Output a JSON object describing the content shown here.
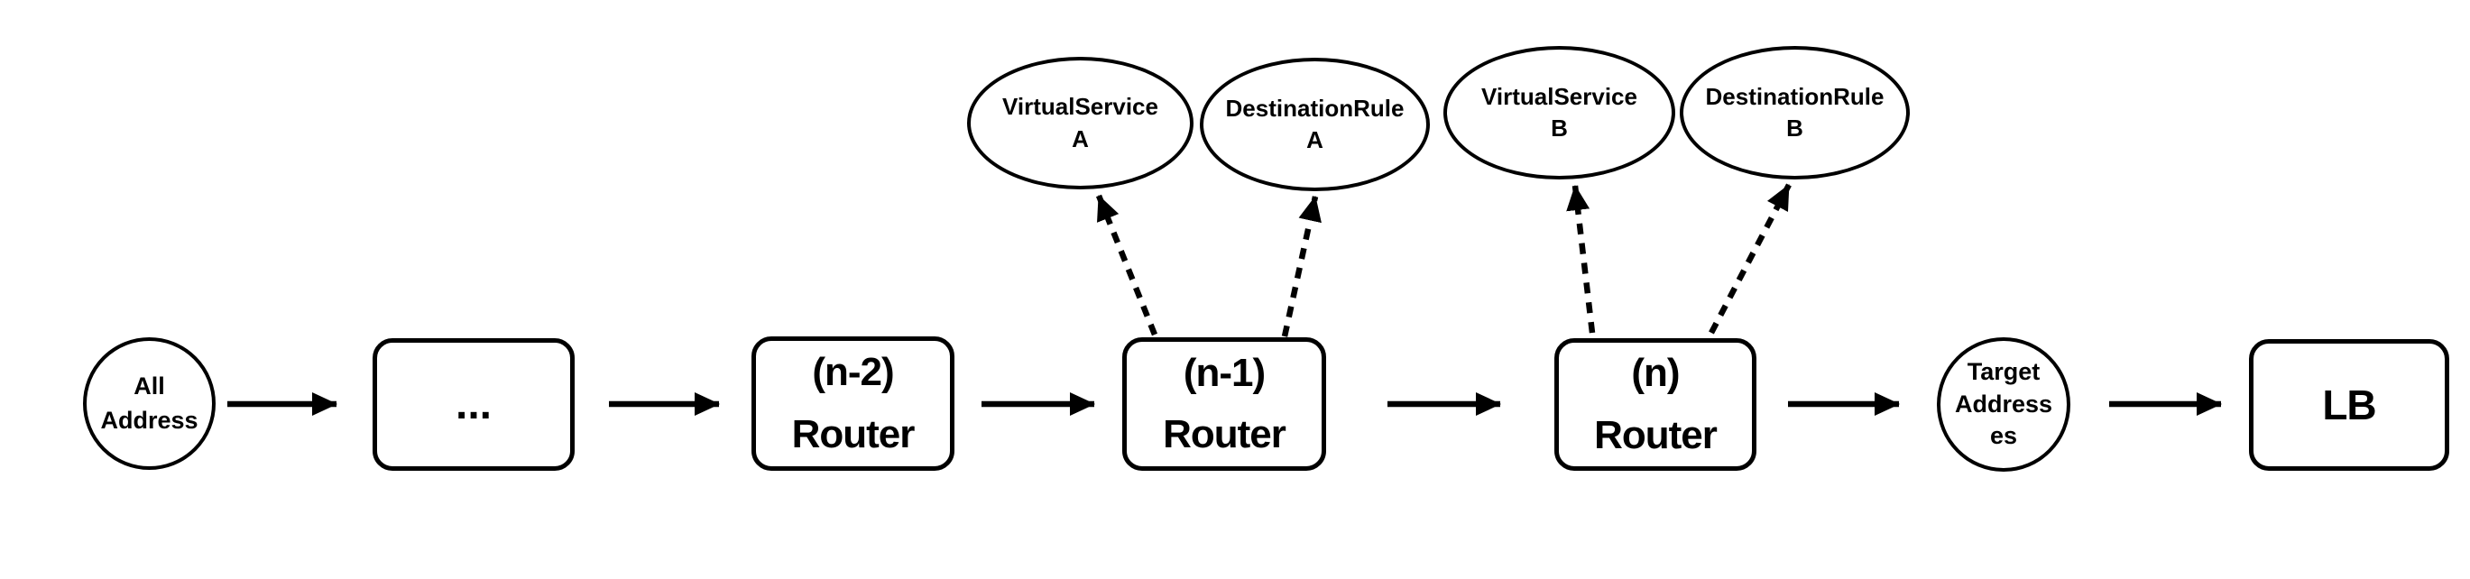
{
  "colors": {
    "stroke": "#000000",
    "node_fill": "#ffffff",
    "text": "#000000",
    "background": "#ffffff"
  },
  "nodes": {
    "all_address": {
      "label": "All\nAddress",
      "shape": "circle"
    },
    "intermediate": {
      "label": "...",
      "shape": "rounded-rect"
    },
    "router_n_minus_2": {
      "label": "(n-2)\nRouter",
      "shape": "rounded-rect"
    },
    "router_n_minus_1": {
      "label": "(n-1)\nRouter",
      "shape": "rounded-rect"
    },
    "router_n": {
      "label": "(n)\nRouter",
      "shape": "rounded-rect"
    },
    "target_addresses": {
      "label": "Target\nAddress\nes",
      "shape": "circle"
    },
    "lb": {
      "label": "LB",
      "shape": "rounded-rect"
    },
    "virtualservice_a": {
      "label": "VirtualService\nA",
      "shape": "ellipse"
    },
    "destinationrule_a": {
      "label": "DestinationRule\nA",
      "shape": "ellipse"
    },
    "virtualservice_b": {
      "label": "VirtualService\nB",
      "shape": "ellipse"
    },
    "destinationrule_b": {
      "label": "DestinationRule\nB",
      "shape": "ellipse"
    }
  },
  "edges": {
    "solid_flow": [
      {
        "from": "All Address",
        "to": "..."
      },
      {
        "from": "...",
        "to": "(n-2) Router"
      },
      {
        "from": "(n-2) Router",
        "to": "(n-1) Router"
      },
      {
        "from": "(n-1) Router",
        "to": "(n) Router"
      },
      {
        "from": "(n) Router",
        "to": "Target Addresses"
      },
      {
        "from": "Target Addresses",
        "to": "LB"
      }
    ],
    "dashed_references": [
      {
        "from": "(n-1) Router",
        "to": "VirtualService A"
      },
      {
        "from": "(n-1) Router",
        "to": "DestinationRule A"
      },
      {
        "from": "(n) Router",
        "to": "VirtualService B"
      },
      {
        "from": "(n) Router",
        "to": "DestinationRule B"
      }
    ]
  }
}
